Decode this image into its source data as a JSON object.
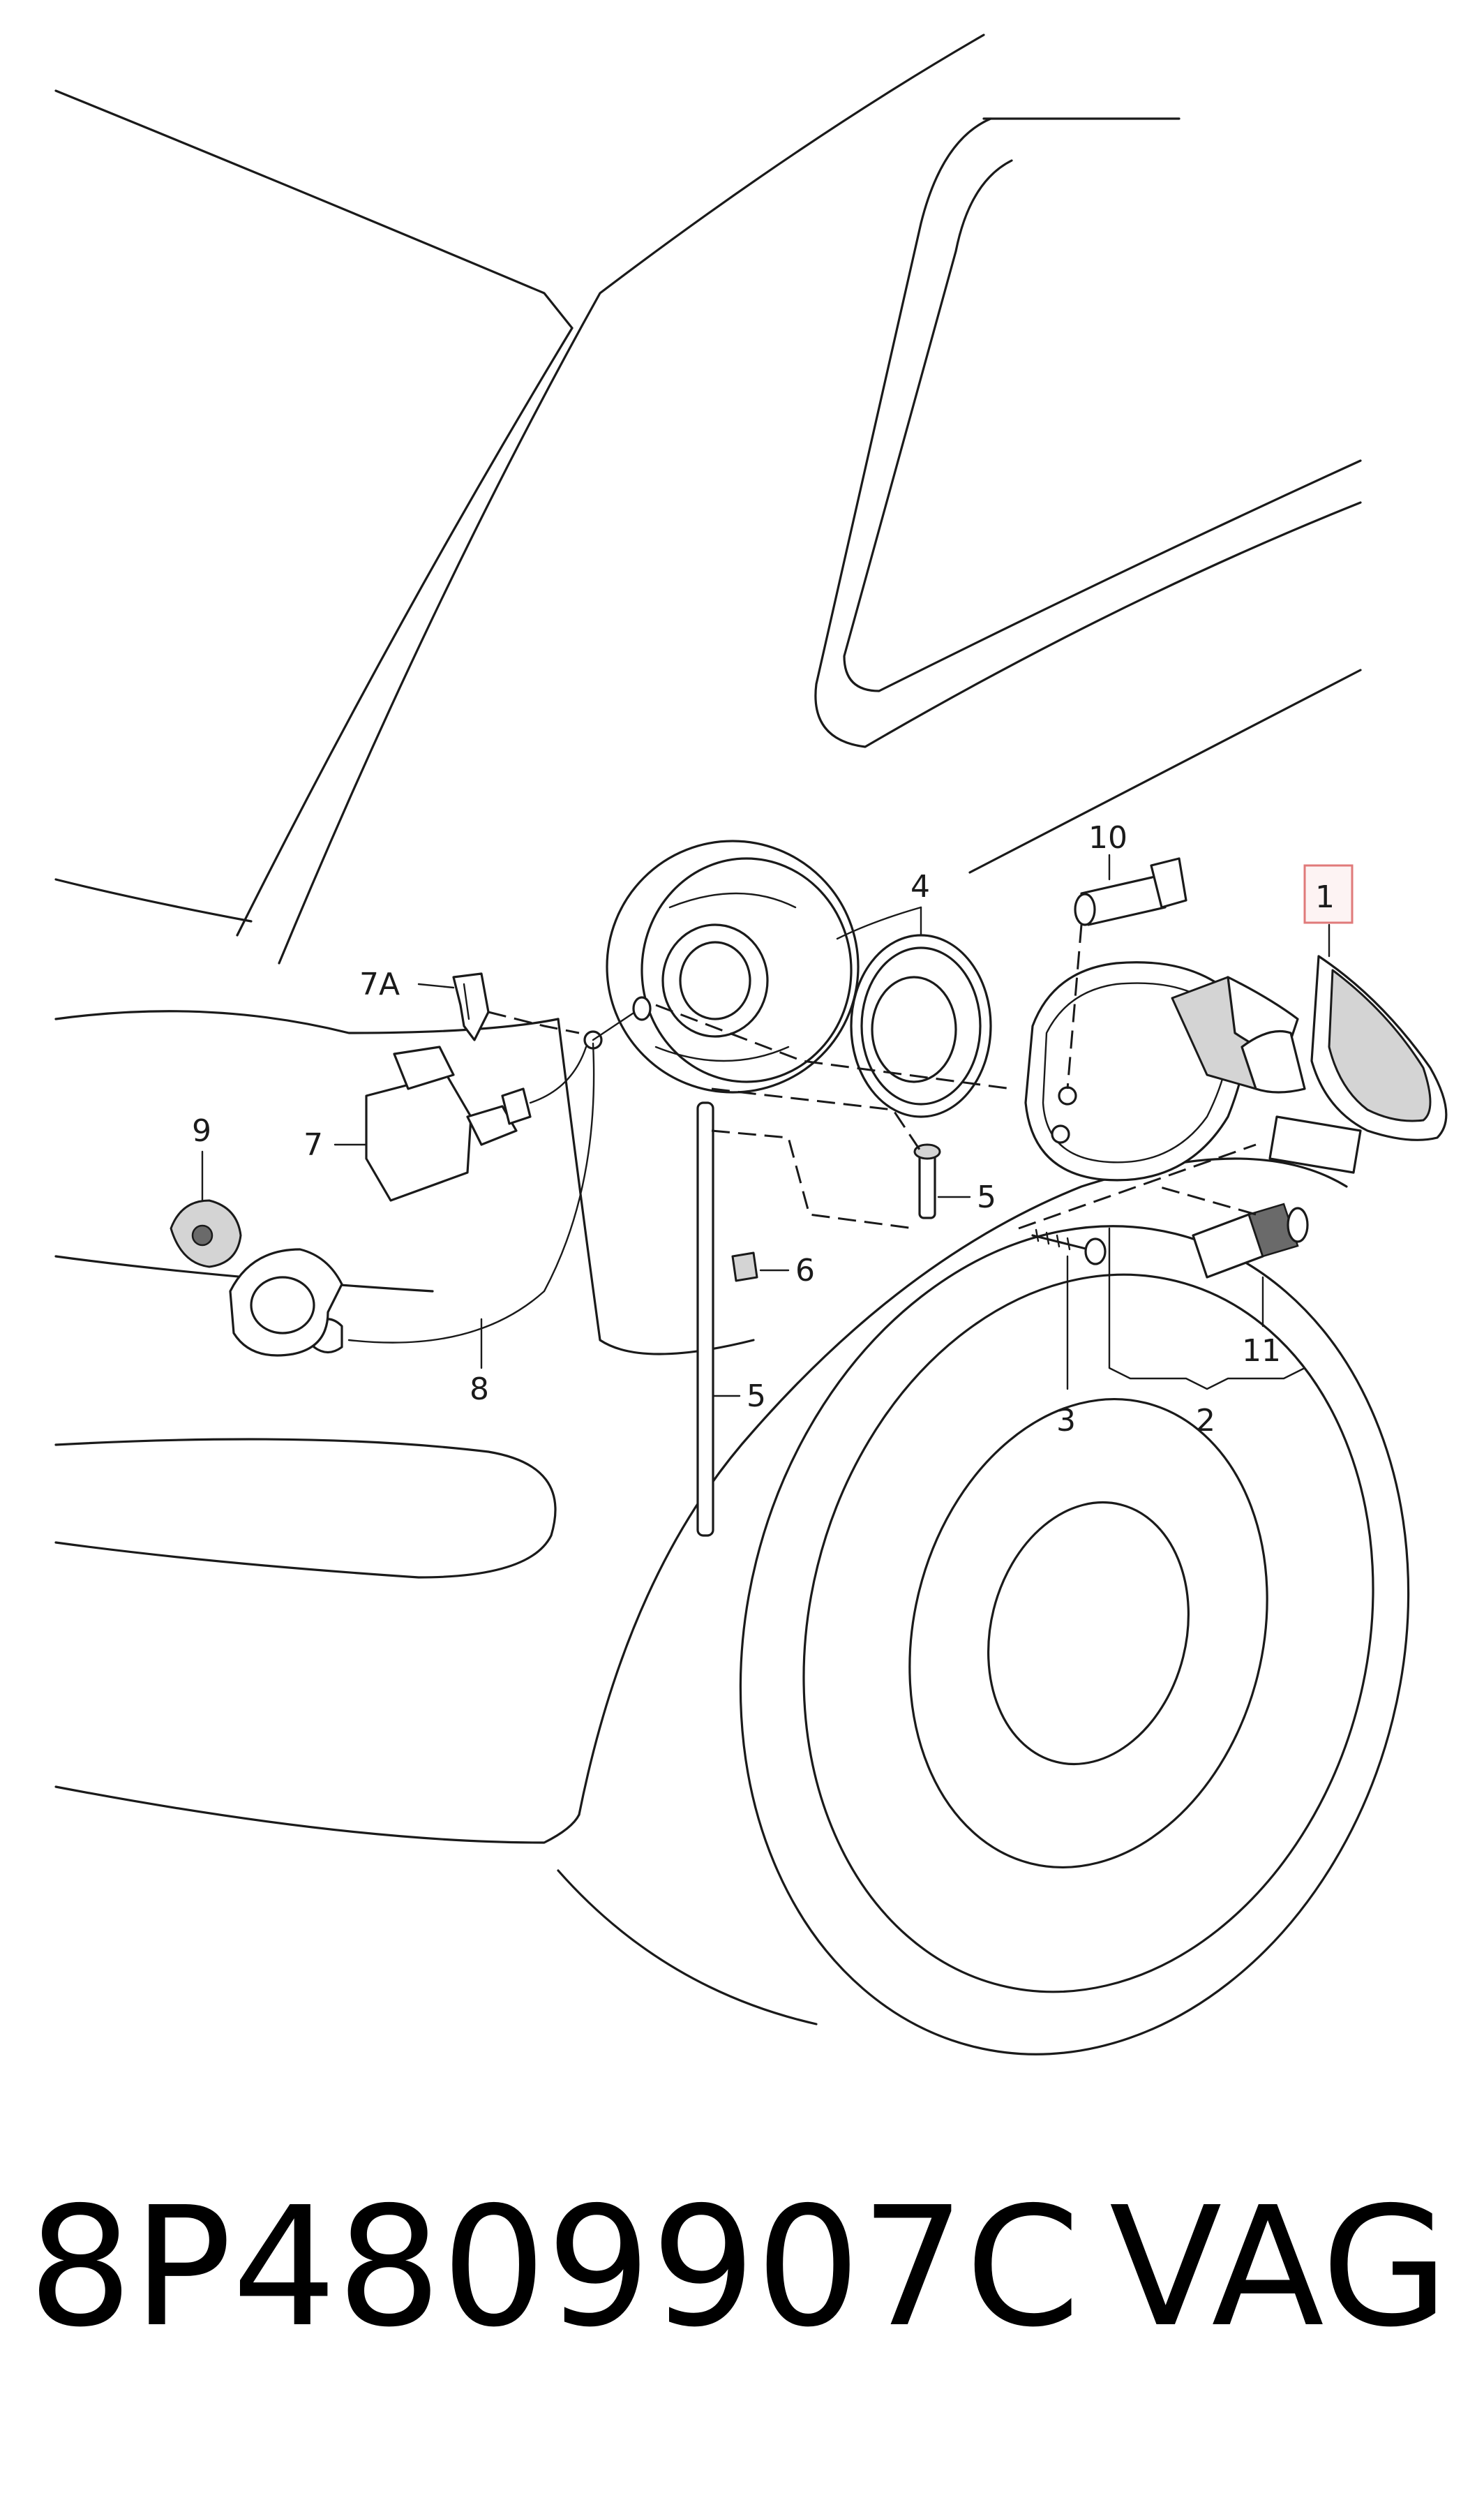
{
  "diagram": {
    "callouts": {
      "c1": "1",
      "c2": "2",
      "c3": "3",
      "c4": "4",
      "c5a": "5",
      "c5b": "5",
      "c6": "6",
      "c7": "7",
      "c7a": "7A",
      "c8": "8",
      "c9": "9",
      "c10": "10",
      "c11": "11"
    },
    "highlighted_part": "1",
    "highlight_color": "#e07a7a"
  },
  "footer": {
    "part_number": "8P4809907C",
    "brand": "VAG"
  }
}
